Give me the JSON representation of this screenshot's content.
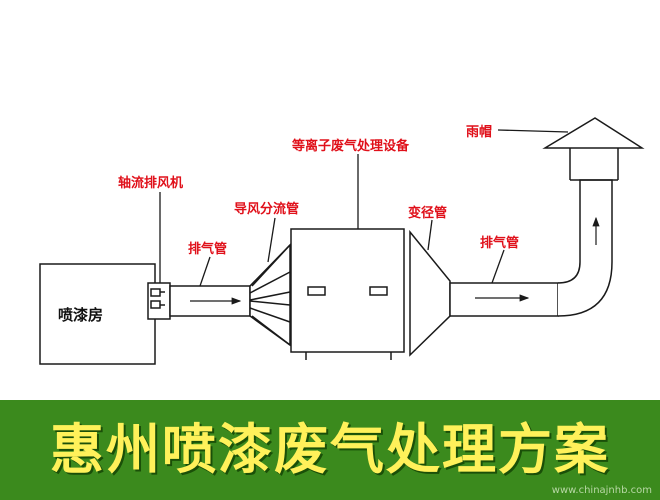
{
  "diagram": {
    "labels": {
      "room": "喷漆房",
      "axial_fan": "轴流排风机",
      "exhaust_pipe_left": "排气管",
      "guide_pipe": "导风分流管",
      "plasma_device": "等离子废气处理设备",
      "reducer": "变径管",
      "exhaust_pipe_right": "排气管",
      "rain_cap": "雨帽"
    },
    "colors": {
      "label": "#e0101a",
      "banner_bg": "#3b8a1d",
      "banner_text": "#fff15a",
      "line": "#1a1a1a"
    }
  },
  "banner": {
    "title": "惠州喷漆废气处理方案"
  },
  "watermark": "www.chinajnhb.com"
}
